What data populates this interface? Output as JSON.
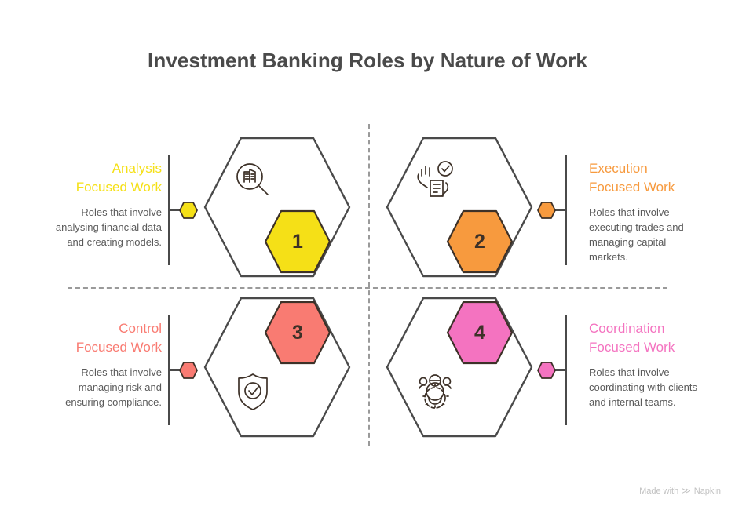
{
  "page": {
    "title": "Investment Banking Roles by Nature of Work",
    "background": "#ffffff",
    "title_color": "#4a4a4a",
    "divider_color": "#9a9a9a",
    "outline_color": "#4a4a4a"
  },
  "quadrants": [
    {
      "number": "1",
      "heading_line1": "Analysis",
      "heading_line2": "Focused Work",
      "description": "Roles that involve analysing financial data and creating models.",
      "color": "#f5e017",
      "icon": "document-magnifier-icon",
      "align": "right"
    },
    {
      "number": "2",
      "heading_line1": "Execution",
      "heading_line2": "Focused Work",
      "description": "Roles that involve executing trades and managing capital markets.",
      "color": "#f79a3e",
      "icon": "hand-document-check-icon",
      "align": "left"
    },
    {
      "number": "3",
      "heading_line1": "Control",
      "heading_line2": "Focused Work",
      "description": "Roles that involve managing risk and ensuring compliance.",
      "color": "#f97b72",
      "icon": "shield-check-icon",
      "align": "right"
    },
    {
      "number": "4",
      "heading_line1": "Coordination",
      "heading_line2": "Focused Work",
      "description": "Roles that involve coordinating with clients and internal teams.",
      "color": "#f473c0",
      "icon": "team-gear-icon",
      "align": "left"
    }
  ],
  "watermark": {
    "prefix": "Made with",
    "brand": "Napkin",
    "mark": "≫"
  }
}
